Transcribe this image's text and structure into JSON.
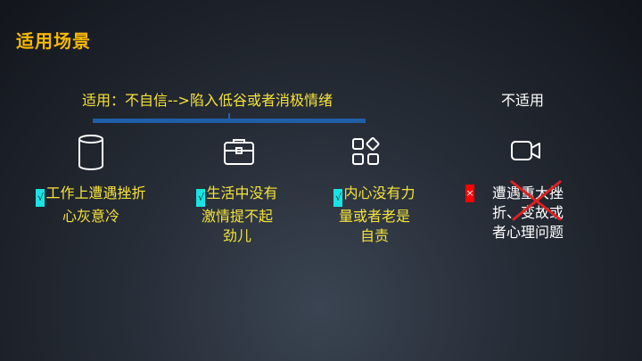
{
  "slide": {
    "title": "适用场景",
    "applicable_label": "适用：不自信-->陷入低谷或者消极情绪",
    "not_applicable_label": "不适用",
    "colors": {
      "accent_yellow": "#f5e23a",
      "title_gold": "#f5b800",
      "bracket_blue": "#1f5fa8",
      "check_cyan": "#19e3e3",
      "cross_red": "#ff0000"
    }
  },
  "items": [
    {
      "icon": "cylinder-icon",
      "mark": "√",
      "lines": [
        "工作上遭遇挫折",
        "心灰意冷"
      ]
    },
    {
      "icon": "briefcase-icon",
      "mark": "√",
      "lines": [
        "生活中没有",
        "激情提不起",
        "劲儿"
      ]
    },
    {
      "icon": "apps-grid-icon",
      "mark": "√",
      "lines": [
        "内心没有力",
        "量或者老是",
        "自责"
      ]
    },
    {
      "icon": "video-camera-icon",
      "mark": "×",
      "lines": [
        "遭遇重大挫",
        "折、变故或",
        "者心理问题"
      ]
    }
  ]
}
